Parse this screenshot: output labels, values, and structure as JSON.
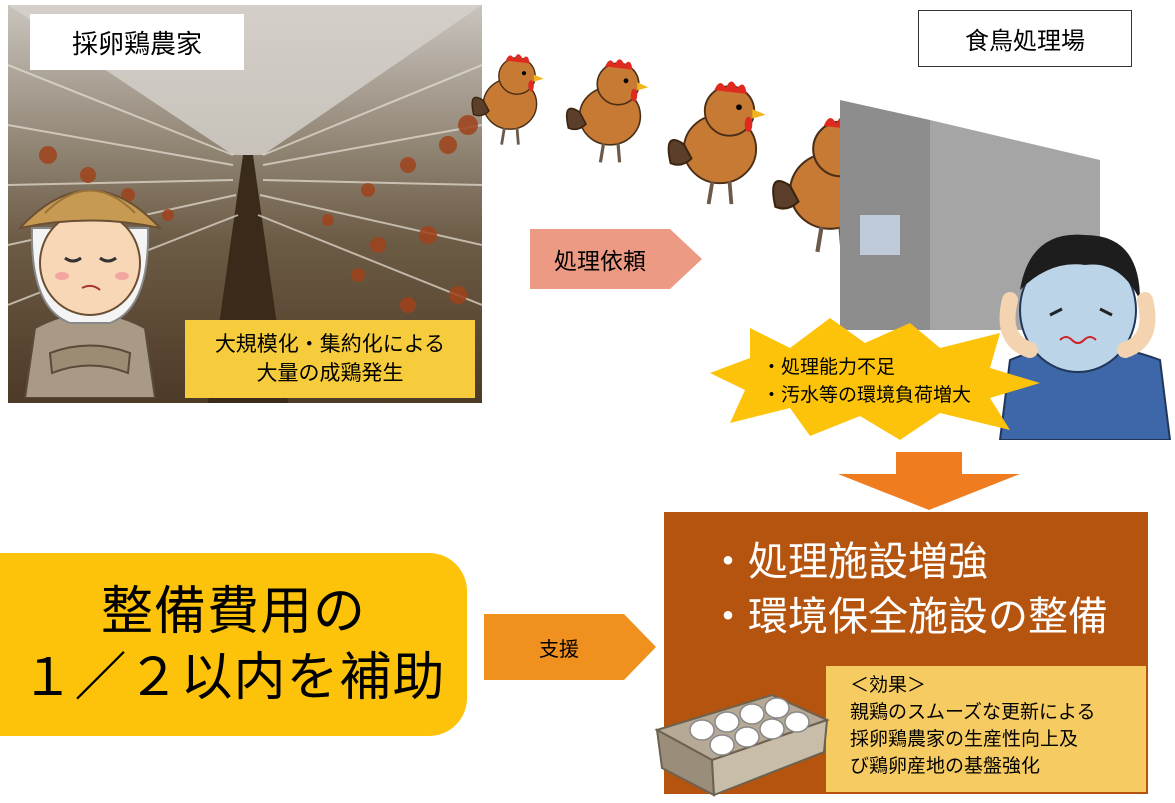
{
  "farm": {
    "label": "採卵鶏農家",
    "caption_line1": "大規模化・集約化による",
    "caption_line2": "大量の成鶏発生"
  },
  "plant": {
    "label": "食鳥処理場"
  },
  "request_arrow": {
    "label": "処理依頼"
  },
  "problems": {
    "line1": "・処理能力不足",
    "line2": "・汚水等の環境負荷増大"
  },
  "subsidy": {
    "line1": "整備費用の",
    "line2": "１／２以内を補助"
  },
  "support_arrow": {
    "label": "支援"
  },
  "facility": {
    "line1": "・処理施設増強",
    "line2": "・環境保全施設の整備"
  },
  "effect": {
    "line1": "＜効果＞",
    "line2": "親鶏のスムーズな更新による",
    "line3": "採卵鶏農家の生産性向上及",
    "line4": "び鶏卵産地の基盤強化"
  },
  "colors": {
    "caption_yellow": "#f6cc3c",
    "subsidy_yellow": "#fcc30a",
    "facility_brown": "#b5540f",
    "effect_yellow": "#f6cc62",
    "request_arrow": "#ec9a84",
    "support_arrow": "#f0901f",
    "down_arrow": "#ef7d1f",
    "burst": "#fcc30a"
  }
}
